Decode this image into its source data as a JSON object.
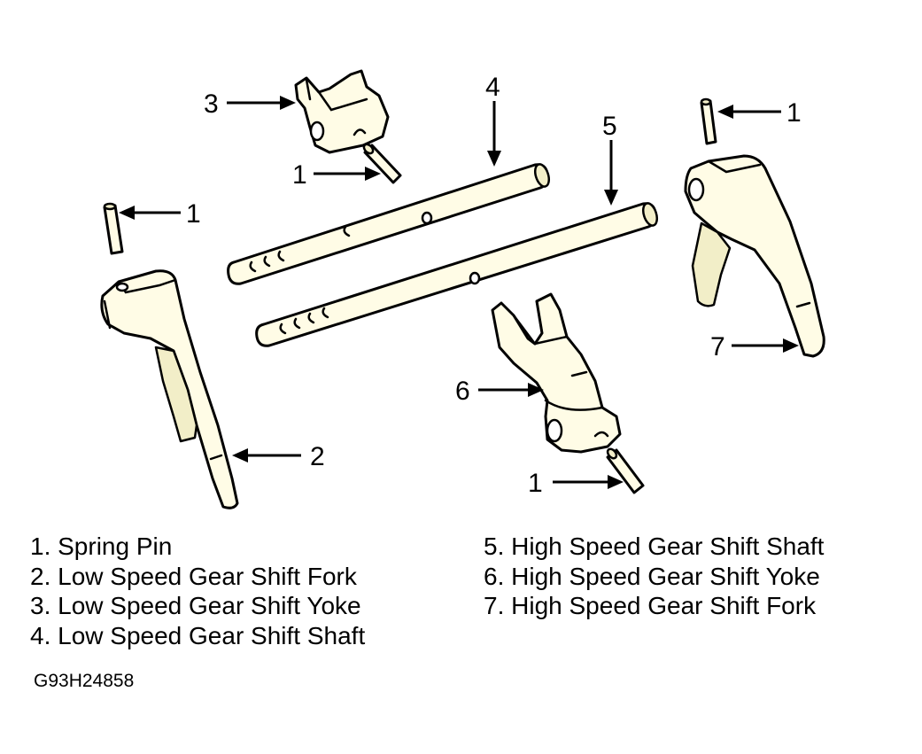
{
  "callouts": {
    "c1_top_right": "1",
    "c1_top_mid": "1",
    "c1_left": "1",
    "c1_bottom": "1",
    "c2": "2",
    "c3": "3",
    "c4": "4",
    "c5": "5",
    "c6": "6",
    "c7": "7"
  },
  "legend": {
    "items": [
      "1. Spring Pin",
      "2. Low Speed Gear Shift Fork",
      "3. Low Speed Gear Shift Yoke",
      "4. Low Speed Gear Shift Shaft",
      "5. High Speed Gear Shift Shaft",
      "6. High Speed Gear Shift Yoke",
      "7. High Speed Gear Shift Fork"
    ]
  },
  "figure_code": "G93H24858",
  "colors": {
    "line": "#000000",
    "part_fill": "#fffce6",
    "background": "#ffffff"
  }
}
